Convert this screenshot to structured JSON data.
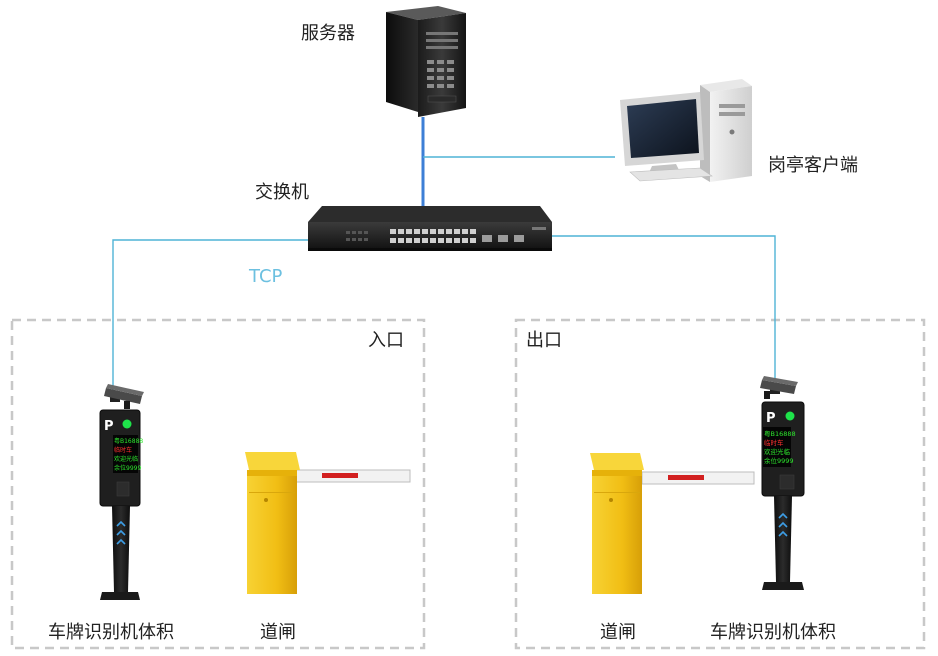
{
  "nodes": {
    "server": {
      "label": "服务器"
    },
    "client": {
      "label": "岗亭客户端"
    },
    "switch": {
      "label": "交换机"
    }
  },
  "links": {
    "protocol": "TCP"
  },
  "zones": {
    "entry": {
      "title": "入口",
      "recognizer_label": "车牌识别机体积",
      "barrier_label": "道闸"
    },
    "exit": {
      "title": "出口",
      "recognizer_label": "车牌识别机体积",
      "barrier_label": "道闸"
    }
  },
  "display": {
    "parking_mark": "P",
    "lines": [
      "粤B16888",
      "临时车",
      "欢迎光临",
      "余位9999"
    ]
  },
  "colors": {
    "server_link": "#3d7fd6",
    "link": "#4fb4d6",
    "protocol_text": "#6cc0e0",
    "zone_border": "#c8c8c8",
    "barrier_body": "#f3c21c",
    "barrier_boom_stripe": "#d22020",
    "display_text_green": "#2ee62e",
    "display_text_red": "#ff3030",
    "led_green": "#1ee34a"
  }
}
